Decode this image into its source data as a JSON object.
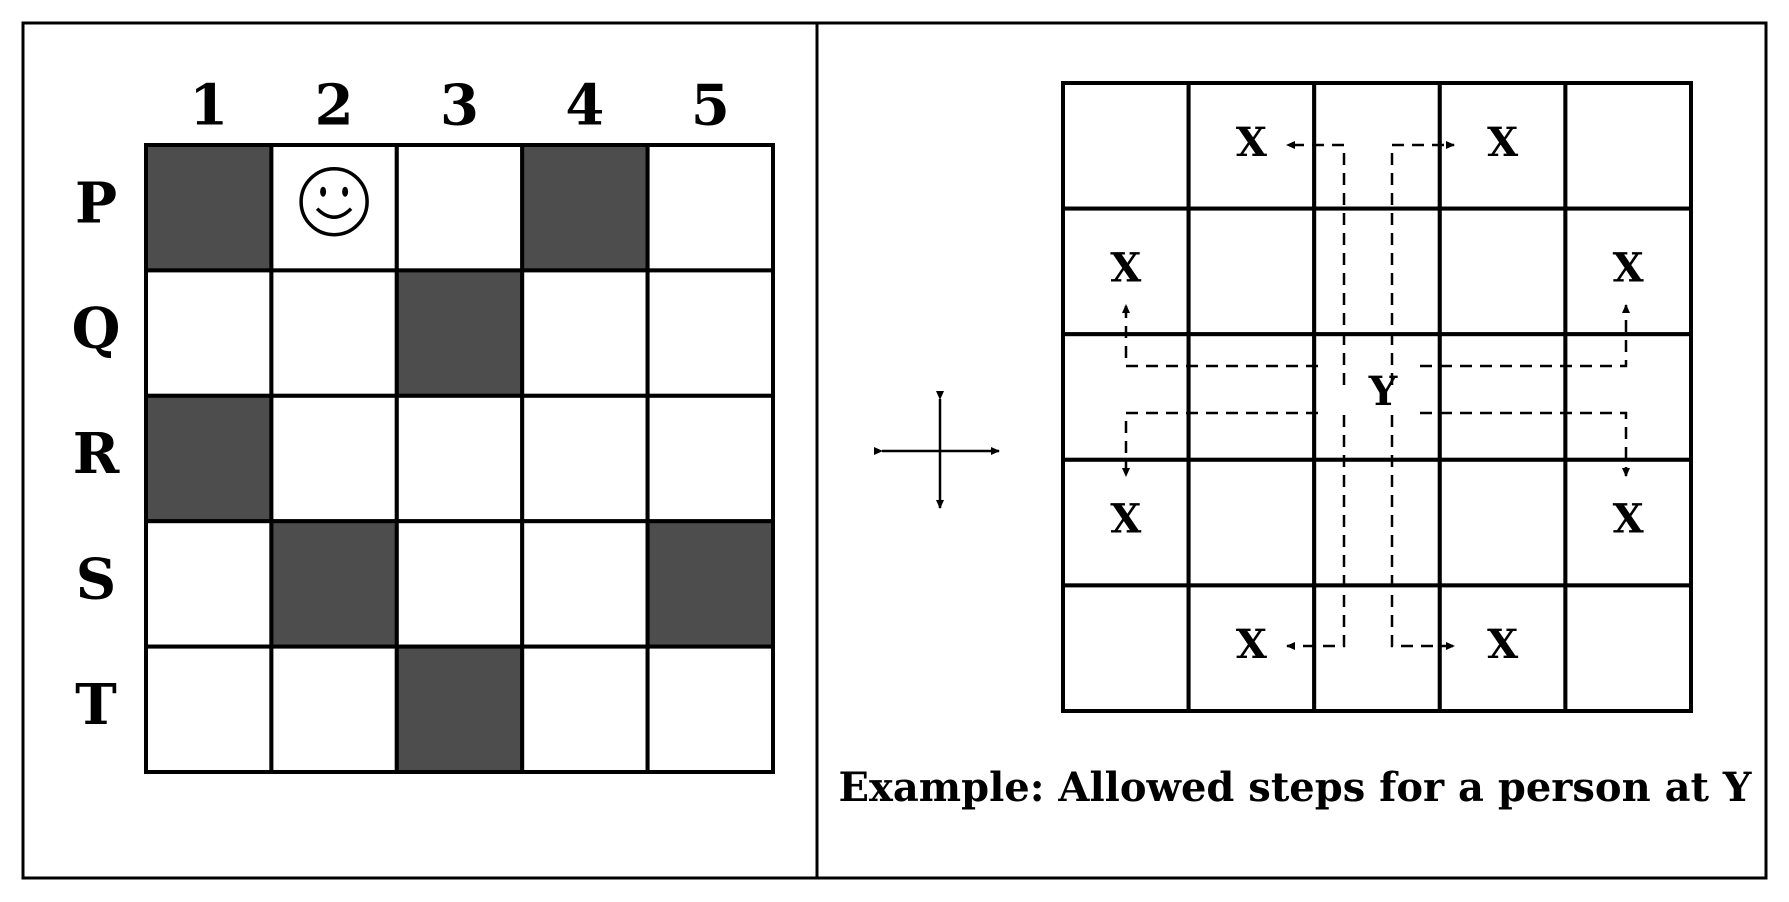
{
  "left_panel": {
    "column_labels": [
      "1",
      "2",
      "3",
      "4",
      "5"
    ],
    "row_labels": [
      "P",
      "Q",
      "R",
      "S",
      "T"
    ],
    "grid": [
      [
        "dark",
        "smiley",
        "white",
        "dark",
        "white"
      ],
      [
        "white",
        "white",
        "dark",
        "white",
        "white"
      ],
      [
        "dark",
        "white",
        "white",
        "white",
        "white"
      ],
      [
        "white",
        "dark",
        "white",
        "white",
        "dark"
      ],
      [
        "white",
        "white",
        "dark",
        "white",
        "white"
      ]
    ],
    "person_icon": "smiley-face-icon",
    "dark_color": "#4d4d4d"
  },
  "right_panel": {
    "direction_icon": "four-way-arrow-icon",
    "center_label": "Y",
    "target_label": "X",
    "example_grid": [
      [
        "",
        "X",
        "",
        "X",
        ""
      ],
      [
        "X",
        "",
        "",
        "",
        "X"
      ],
      [
        "",
        "",
        "Y",
        "",
        ""
      ],
      [
        "X",
        "",
        "",
        "",
        "X"
      ],
      [
        "",
        "X",
        "",
        "X",
        ""
      ]
    ],
    "caption": "Example: Allowed steps for a person at Y"
  }
}
